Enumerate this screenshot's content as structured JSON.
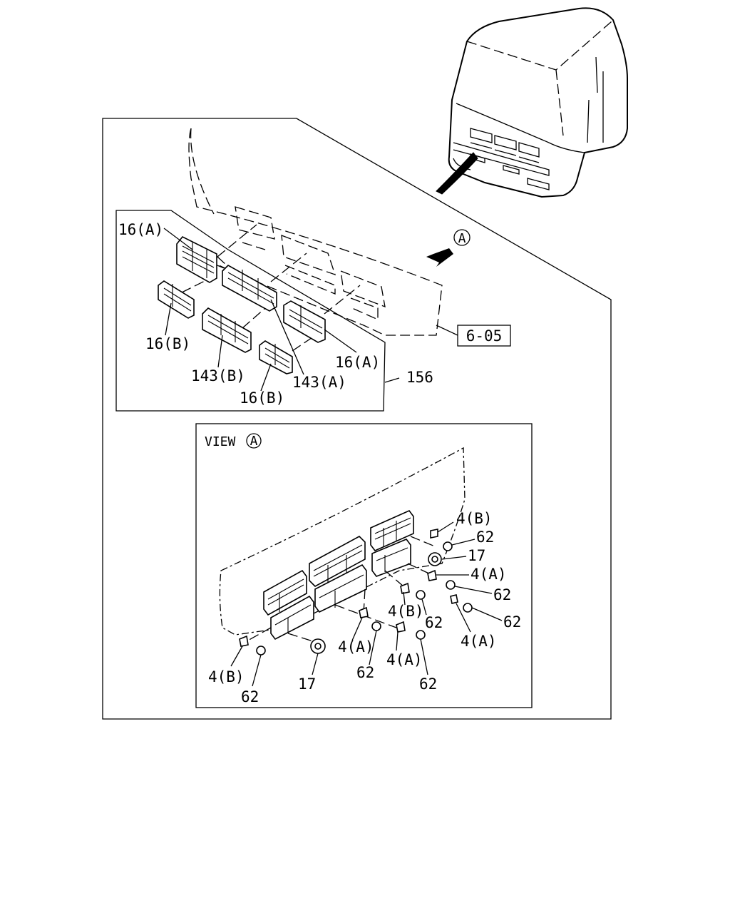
{
  "ref_box": "6-05",
  "view_marker": "A",
  "view_title": "VIEW",
  "upper_labels": {
    "grille_left_top": "16(A)",
    "grille_left_bottom": "16(B)",
    "grille_center_bottom": "143(B)",
    "grille_small_bottom": "16(B)",
    "grille_center_top": "143(A)",
    "grille_right": "16(A)",
    "panel_assy": "156"
  },
  "view_labels": {
    "clip_right_top": "4(B)",
    "bolt_right_top": "62",
    "retainer_right": "17",
    "clip_right_mid": "4(A)",
    "bolt_right_mid": "62",
    "bolt_right_low": "62",
    "clip_right_low": "4(A)",
    "clip_mid_b": "4(B)",
    "bolt_mid_b": "62",
    "clip_center_a": "4(A)",
    "bolt_center": "62",
    "clip_center2_a": "4(A)",
    "bolt_center2": "62",
    "clip_left_b": "4(B)",
    "bolt_left": "62",
    "retainer_left": "17"
  }
}
